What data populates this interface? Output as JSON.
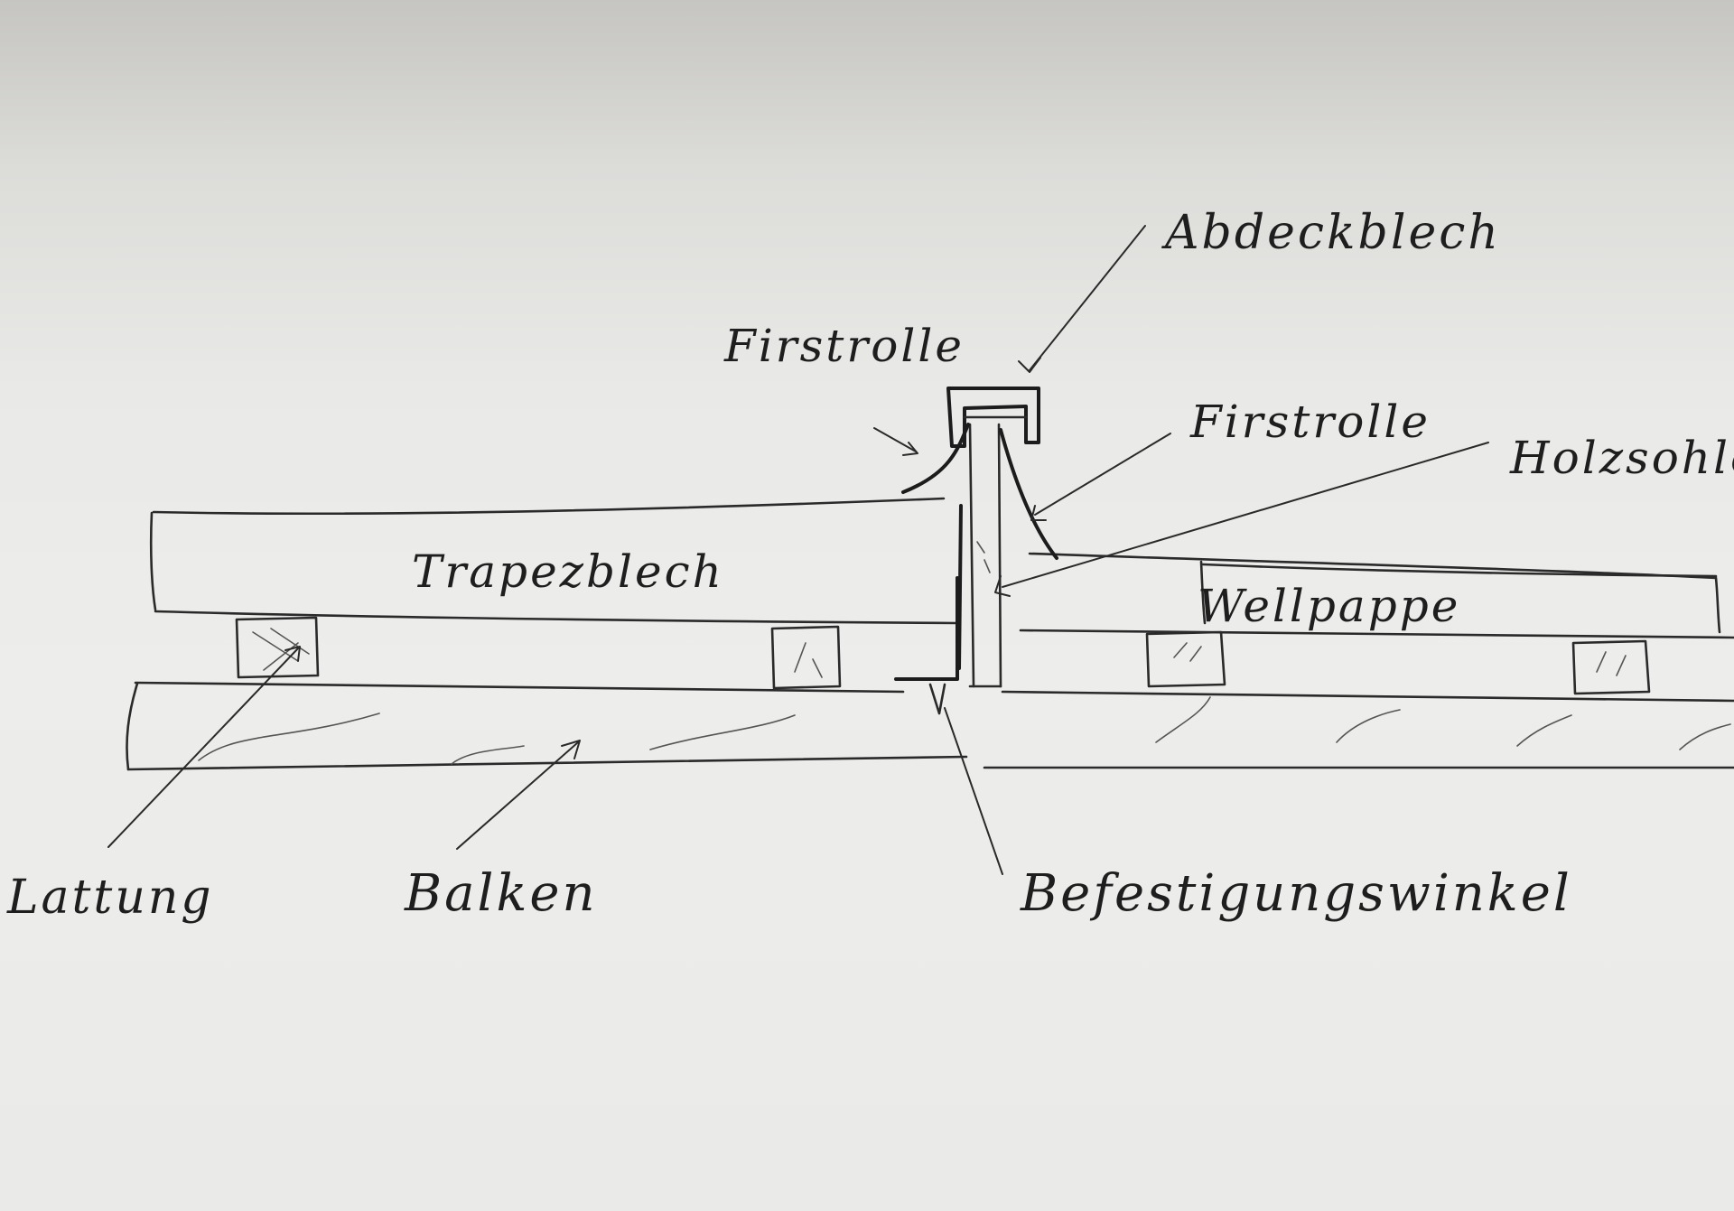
{
  "labels": {
    "abdeckblech": "Abdeckblech",
    "firstrolle_left": "Firstrolle",
    "firstrolle_right": "Firstrolle",
    "holzsohle": "Holzsohle",
    "trapezblech": "Trapezblech",
    "wellpappe": "Wellpappe",
    "lattung": "Lattung",
    "balken": "Balken",
    "befestigungswinkel": "Befestigungswinkel"
  },
  "colors": {
    "ink": "#2a2a2a",
    "paper": "#ececea"
  }
}
